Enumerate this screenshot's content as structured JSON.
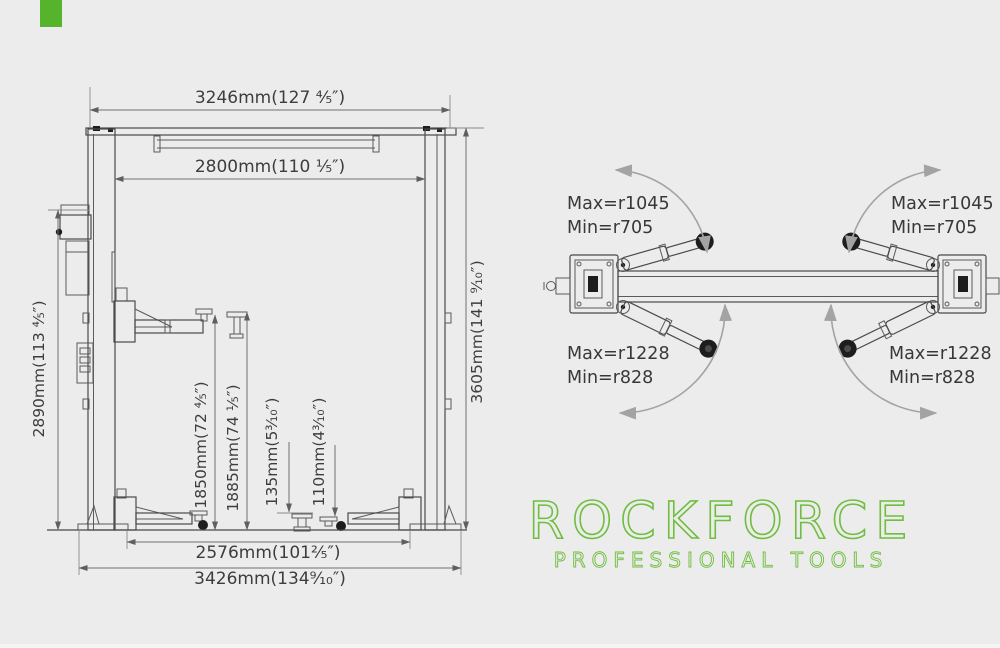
{
  "page": {
    "background": "#ececec",
    "accent_green": "#55b42c",
    "logo_green": "#6fbe3e",
    "line_color": "#4a4a4a",
    "dim_text_color": "#3d3d3d",
    "arc_color": "#a3a3a3"
  },
  "front_view": {
    "dims": {
      "overall_width": "3246mm(127 ⁴⁄₅″)",
      "drive_thru_width": "2800mm(110 ¹⁄₅″)",
      "height_left": "2890mm(113 ⁴⁄₅″)",
      "height_right": "3605mm(141 ⁹⁄₁₀″)",
      "lift_height_arm": "1850mm(72 ⁴⁄₅″)",
      "lift_height_pad": "1885mm(74 ¹⁄₅″)",
      "pad_height_adapter": "135mm(5³⁄₁₀″)",
      "pad_height_min": "110mm(4³⁄₁₀″)",
      "base_inner_width": "2576mm(101²⁄₅″)",
      "base_outer_width": "3426mm(134⁹⁄₁₀″)"
    }
  },
  "top_view": {
    "arm_labels": {
      "front_left": {
        "max": "Max=r1045",
        "min": "Min=r705"
      },
      "front_right": {
        "max": "Max=r1045",
        "min": "Min=r705"
      },
      "rear_left": {
        "max": "Max=r1228",
        "min": "Min=r828"
      },
      "rear_right": {
        "max": "Max=r1228",
        "min": "Min=r828"
      }
    }
  },
  "brand": {
    "name": "ROCKFORCE",
    "tagline": "PROFESSIONAL TOOLS"
  }
}
